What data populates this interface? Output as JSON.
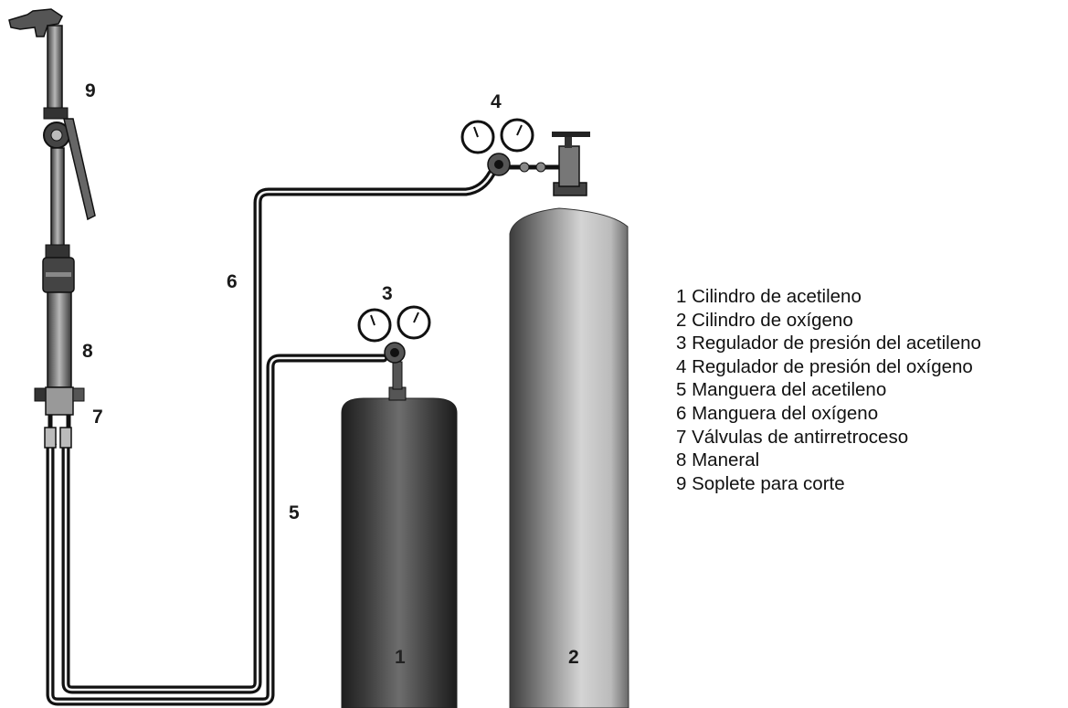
{
  "numbers": {
    "n1": "1",
    "n2": "2",
    "n3": "3",
    "n4": "4",
    "n5": "5",
    "n6": "6",
    "n7": "7",
    "n8": "8",
    "n9": "9"
  },
  "legend": [
    "1 Cilindro de acetileno",
    "2 Cilindro de oxígeno",
    "3 Regulador de presión del acetileno",
    "4 Regulador de presión del oxígeno",
    "5 Manguera del acetileno",
    "6 Manguera del oxígeno",
    "7 Válvulas de antirretroceso",
    "8 Maneral",
    "9 Soplete para corte"
  ]
}
